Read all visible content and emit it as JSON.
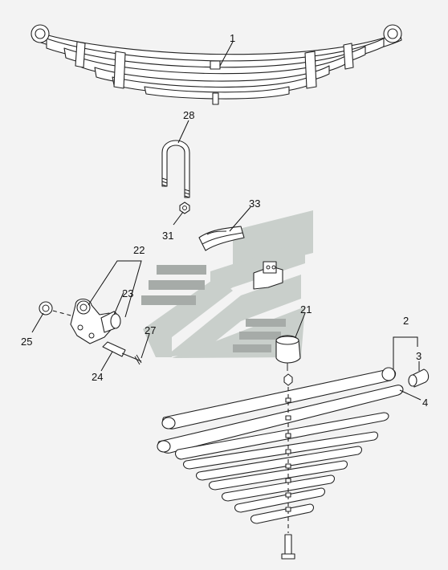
{
  "colors": {
    "background": "#f3f3f3",
    "outline": "#222222",
    "watermark_light": "#c9cfcb",
    "watermark_dark": "#a6aba8"
  },
  "callouts": {
    "c1": "1",
    "c2": "2",
    "c3": "3",
    "c4": "4",
    "c21": "21",
    "c22": "22",
    "c23": "23",
    "c24": "24",
    "c25": "25",
    "c27": "27",
    "c28": "28",
    "c31": "31",
    "c33": "33"
  }
}
